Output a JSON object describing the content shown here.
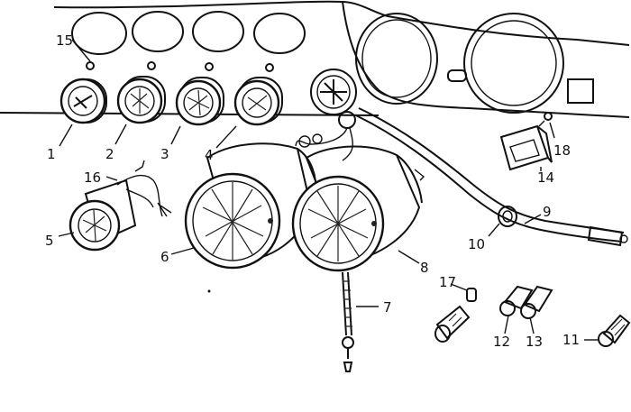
{
  "diagram": {
    "callouts": [
      {
        "id": "c15",
        "text": "15"
      },
      {
        "id": "c1",
        "text": "1"
      },
      {
        "id": "c2",
        "text": "2"
      },
      {
        "id": "c3",
        "text": "3"
      },
      {
        "id": "c4",
        "text": "4"
      },
      {
        "id": "c16",
        "text": "16"
      },
      {
        "id": "c5",
        "text": "5"
      },
      {
        "id": "c6",
        "text": "6"
      },
      {
        "id": "c7",
        "text": "7"
      },
      {
        "id": "c8",
        "text": "8"
      },
      {
        "id": "c9",
        "text": "9"
      },
      {
        "id": "c10",
        "text": "10"
      },
      {
        "id": "c17",
        "text": "17"
      },
      {
        "id": "c12",
        "text": "12"
      },
      {
        "id": "c13",
        "text": "13"
      },
      {
        "id": "c11",
        "text": "11"
      },
      {
        "id": "c14",
        "text": "14"
      },
      {
        "id": "c18",
        "text": "18"
      }
    ]
  }
}
